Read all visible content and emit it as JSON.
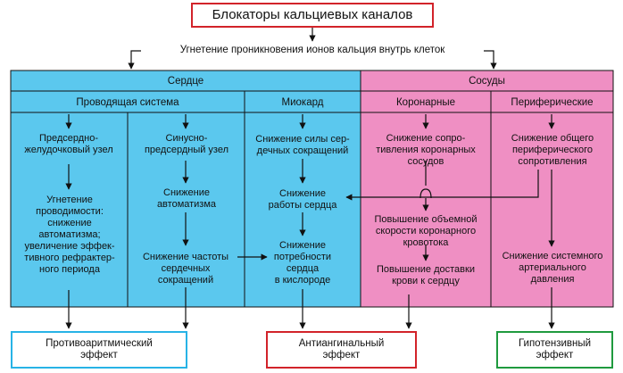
{
  "title": "Блокаторы кальциевых каналов",
  "subtitle": "Угнетение проникновения ионов кальция внутрь клеток",
  "sections": {
    "heart": "Сердце",
    "vessels": "Сосуды"
  },
  "subsections": {
    "conducting": "Проводящая система",
    "myocardium": "Миокард",
    "coronary": "Коронарные",
    "peripheral": "Периферические"
  },
  "nodes": {
    "av_node": "Предсердно-\nжелудочковый узел",
    "av_effect": "Угнетение\nпроводимости:\nснижение\nавтоматизма;\nувеличение эффек-\nтивного рефрактер-\nного периода",
    "sa_node": "Синусно-\nпредсердный узел",
    "sa_auto": "Снижение\nавтоматизма",
    "sa_rate": "Снижение частоты\nсердечных\nсокращений",
    "myo_force": "Снижение силы сер-\nдечных сокращений",
    "myo_work": "Снижение\nработы сердца",
    "myo_o2": "Снижение\nпотребности\nсердца\nв кислороде",
    "cor_resist": "Снижение сопро-\nтивления коронарных\nсосудов",
    "cor_flow": "Повышение объемной\nскорости коронарного\nкровотока",
    "cor_delivery": "Повышение доставки\nкрови к сердцу",
    "per_resist": "Снижение общего\nпериферического\nсопротивления",
    "per_pressure": "Снижение системного\nартериального\nдавления"
  },
  "effects": {
    "antiarrhythmic": "Противоаритмический\nэффект",
    "antianginal": "Антиангинальный\nэффект",
    "hypotensive": "Гипотензивный\nэффект"
  },
  "colors": {
    "heart_bg": "#5bc8ee",
    "vessels_bg": "#ef8fc3",
    "title_border": "#d2232a",
    "antiarrhythmic_border": "#27b3e6",
    "antianginal_border": "#d2232a",
    "hypotensive_border": "#1f9a3e",
    "line": "#111111"
  }
}
